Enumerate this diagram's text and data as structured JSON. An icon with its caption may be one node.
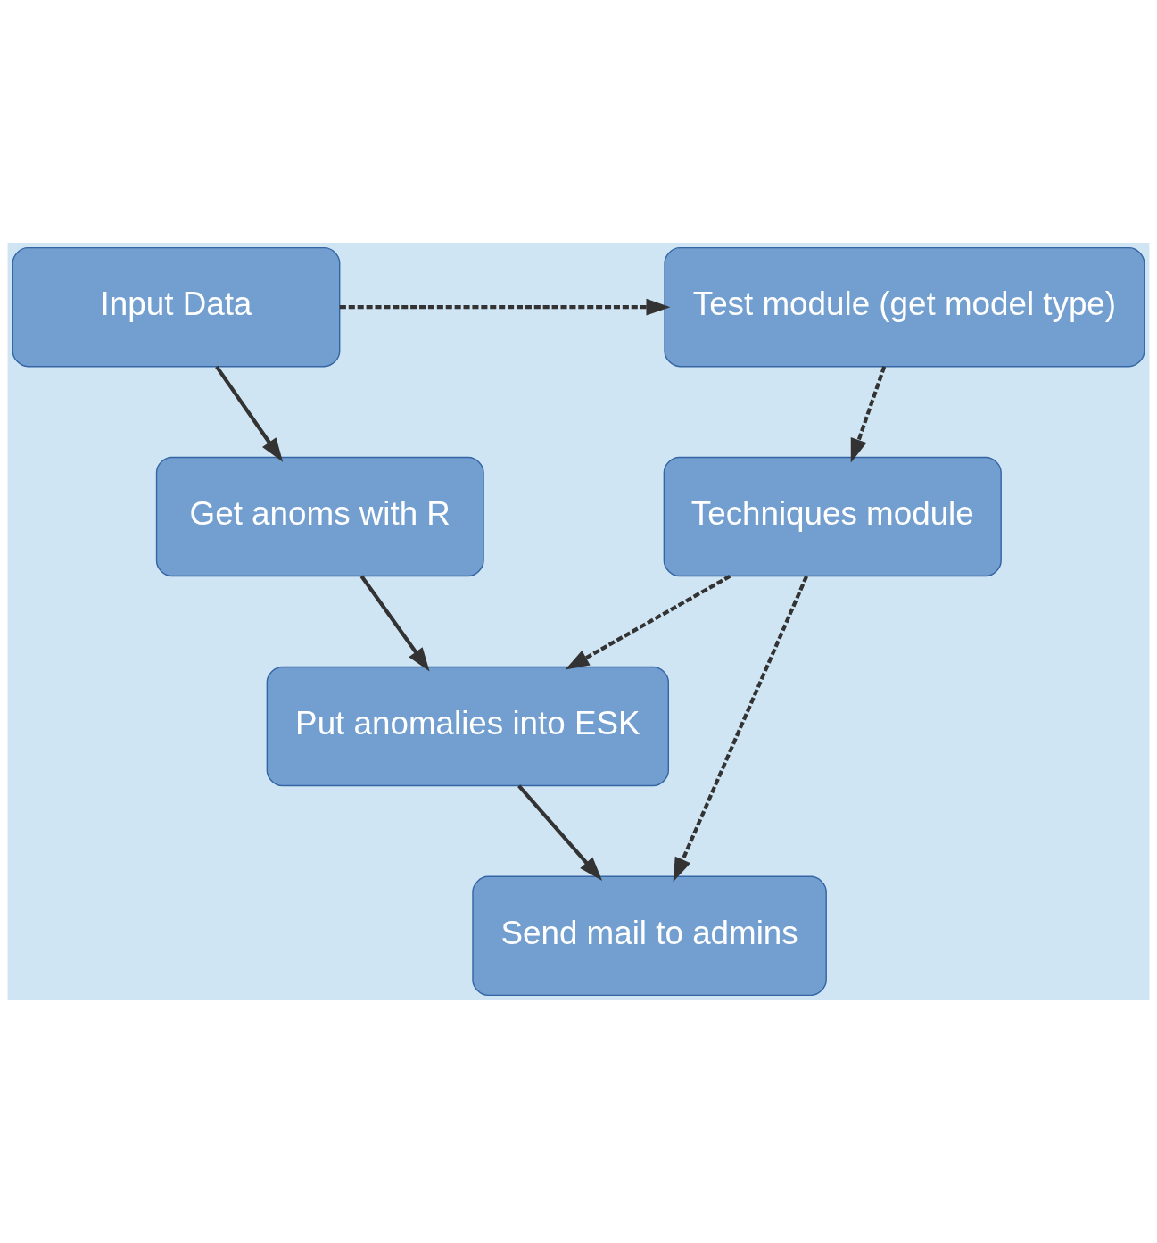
{
  "diagram": {
    "nodes": [
      {
        "text": [
          "Input Data"
        ]
      },
      {
        "text": [
          "Test module (get model type)"
        ]
      },
      {
        "text": [
          "Get anoms with R"
        ]
      },
      {
        "text": [
          "Techniques module"
        ]
      },
      {
        "text": [
          "Put anomalies into ESK"
        ]
      },
      {
        "text": [
          "Send mail to admins"
        ]
      }
    ],
    "edges": [
      {
        "from": 0,
        "to": 1,
        "arrow": "to",
        "style": "dashed"
      },
      {
        "from": 0,
        "to": 2,
        "arrow": "to"
      },
      {
        "from": 1,
        "to": 3,
        "arrow": "to",
        "style": "dashed"
      },
      {
        "from": 2,
        "to": 4,
        "arrow": "to"
      },
      {
        "from": 3,
        "to": 4,
        "arrow": "to",
        "style": "dashed"
      },
      {
        "from": 3,
        "to": 5,
        "arrow": "to",
        "style": "dashed"
      },
      {
        "from": 4,
        "to": 5,
        "arrow": "to"
      }
    ]
  }
}
